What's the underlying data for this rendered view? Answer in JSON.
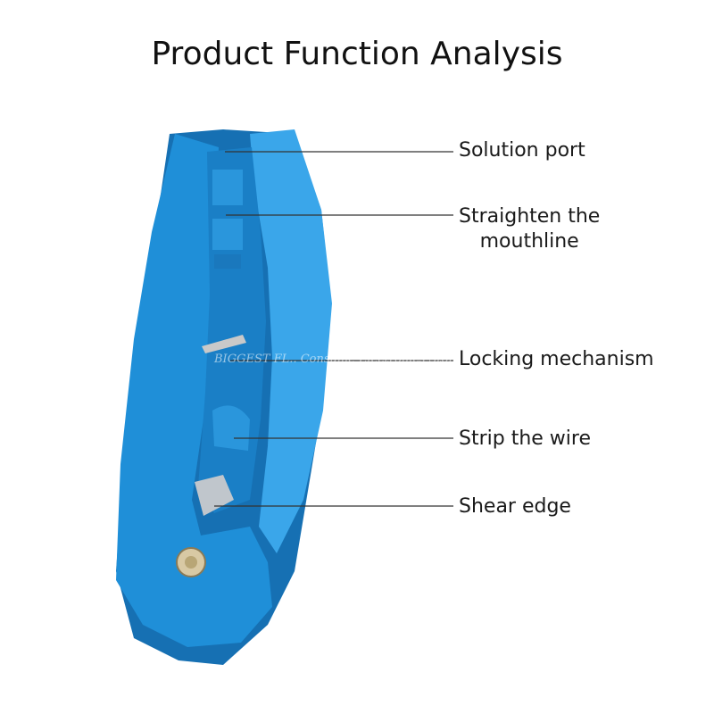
{
  "title": "Product Function Analysis",
  "callouts": {
    "solution_port": "Solution port",
    "straighten_line1": "Straighten the",
    "straighten_line2": "mouthline",
    "locking": "Locking mechanism",
    "strip": "Strip the wire",
    "shear": "Shear edge"
  },
  "watermark": "BIGGEST FL.. Consume Electronics Store",
  "colors": {
    "tool_blue": "#1f8fd8",
    "tool_dark": "#1670b3",
    "tool_light": "#3aa6ea",
    "leader_line": "#333333"
  }
}
